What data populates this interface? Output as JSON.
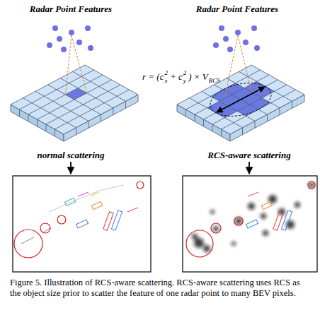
{
  "diagram": {
    "caption": "Figure 5. Illustration of RCS-aware scattering. RCS-aware scattering uses RCS as the object size prior to scatter the feature of one radar point to many BEV pixels.",
    "labels": [
      "Radar Point Features",
      "Radar Point Features",
      "r = (c",
      "x",
      "2",
      "+ c",
      "y",
      "2",
      ") × V",
      "RCS",
      "normal scattering",
      "RCS-aware scattering"
    ]
  }
}
